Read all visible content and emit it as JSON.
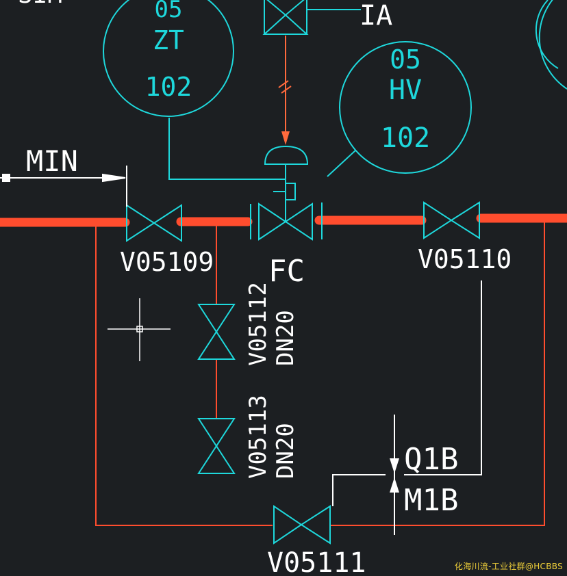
{
  "colors": {
    "background": "#1c1f22",
    "pipe": "#ff4d2e",
    "instrument": "#1ed8dc",
    "annotation": "#ffffff",
    "signal": "#ff6a3d",
    "watermark": "#f2d23a"
  },
  "top_cut_text_left": "SIM",
  "top_cut_text_right": "IA",
  "instruments": [
    {
      "area": "05",
      "tag_letters": "ZT",
      "loop": "102"
    },
    {
      "area": "05",
      "tag_letters": "HV",
      "loop": "102"
    }
  ],
  "dimension": {
    "label": "MIN"
  },
  "valves": {
    "v05109": "V05109",
    "v05110": "V05110",
    "v05111": "V05111",
    "v05112": {
      "tag": "V05112",
      "size": "DN20"
    },
    "v05113": {
      "tag": "V05113",
      "size": "DN20"
    }
  },
  "control_valve": {
    "fail_position": "FC"
  },
  "markers": {
    "q1b": "Q1B",
    "m1b": "M1B"
  },
  "watermark": "化海川流-工业社群@HCBBS"
}
